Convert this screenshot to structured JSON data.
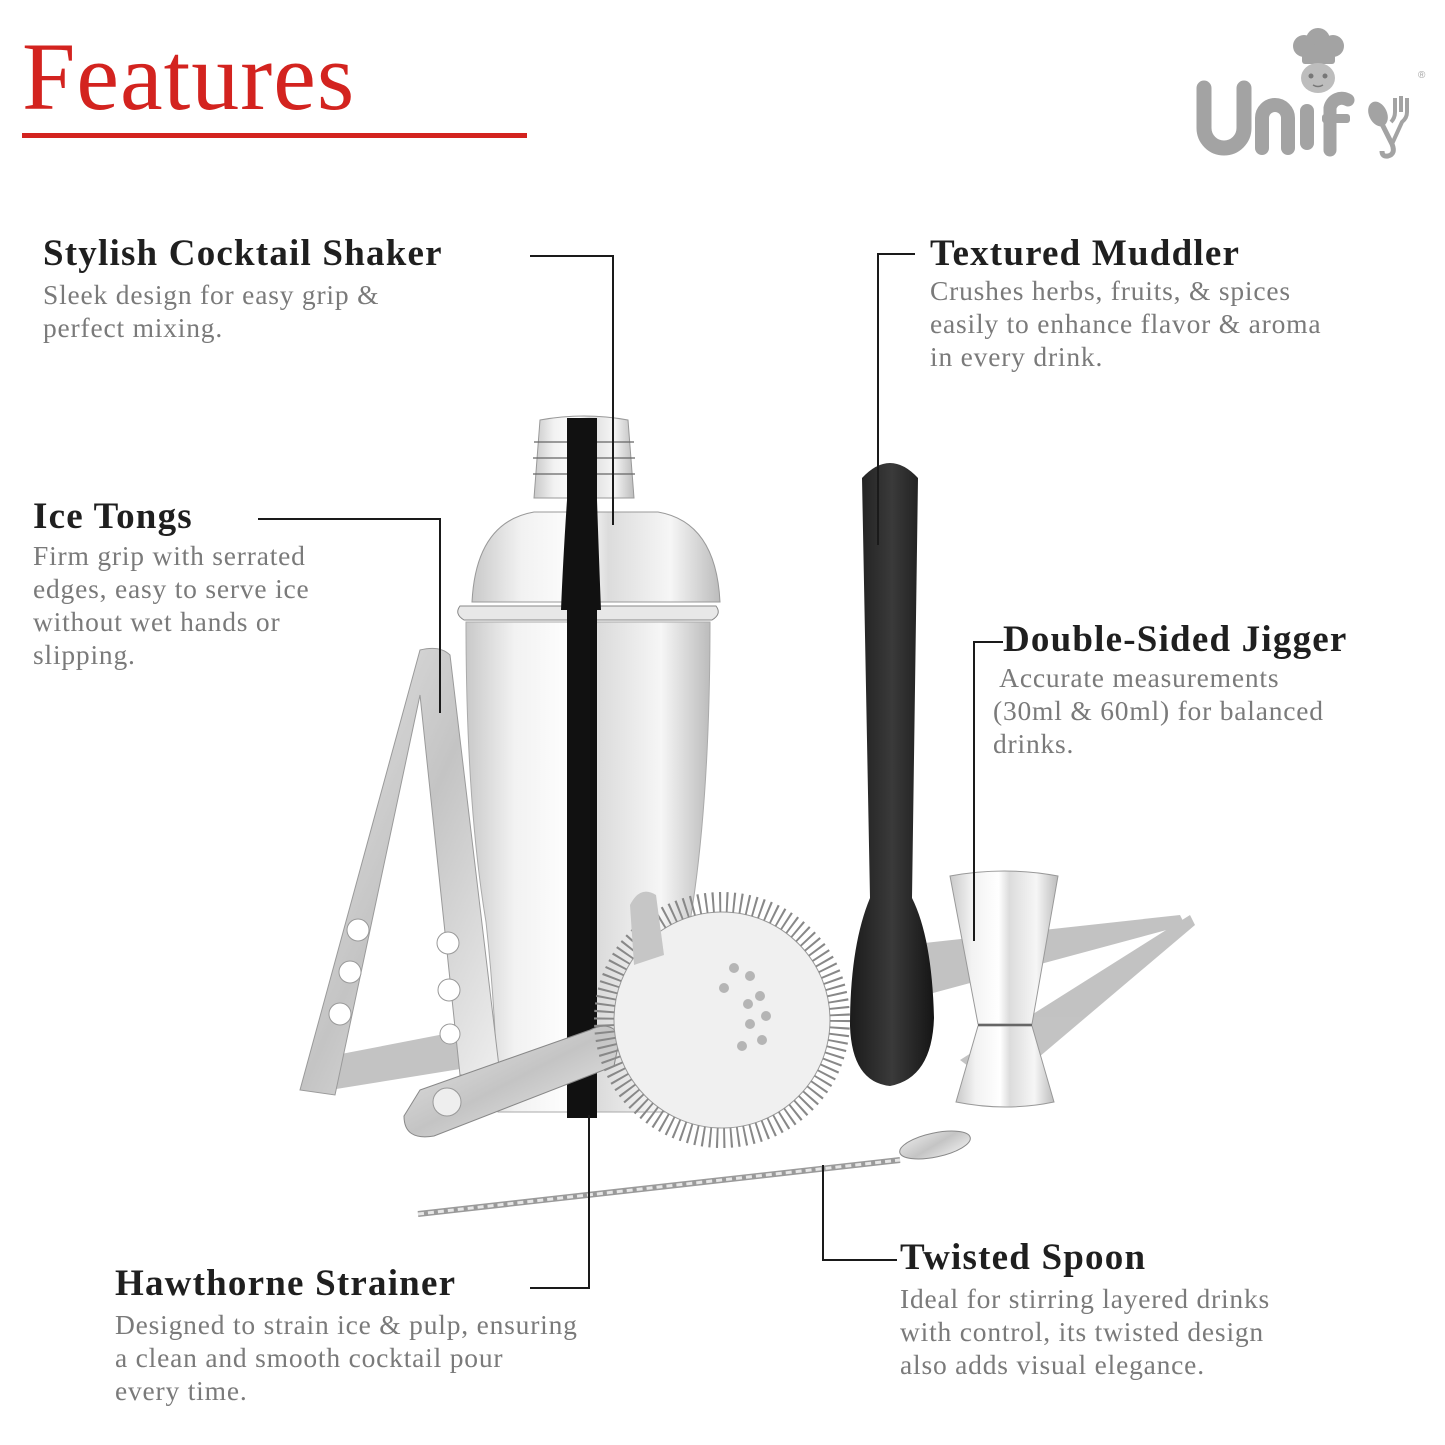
{
  "header": {
    "title": "Features",
    "title_color": "#d3231f"
  },
  "logo": {
    "brand": "Unify",
    "registered_mark": "®",
    "icon": "chef-hat-mascot-icon",
    "color": "#9e9e9e"
  },
  "features": [
    {
      "id": "shaker",
      "title": "Stylish Cocktail Shaker",
      "desc_lines": [
        "Sleek design for easy grip &",
        "perfect mixing."
      ]
    },
    {
      "id": "muddler",
      "title": "Textured Muddler",
      "desc_lines": [
        "Crushes herbs, fruits, & spices",
        "easily to enhance flavor & aroma",
        "in every drink."
      ]
    },
    {
      "id": "tongs",
      "title": "Ice Tongs",
      "desc_lines": [
        "Firm grip with serrated",
        "edges, easy to serve ice",
        "without wet hands or",
        "slipping."
      ]
    },
    {
      "id": "jigger",
      "title": "Double-Sided Jigger",
      "desc_lines": [
        " Accurate measurements",
        "(30ml & 60ml) for balanced",
        "drinks."
      ]
    },
    {
      "id": "strainer",
      "title": "Hawthorne Strainer",
      "desc_lines": [
        "Designed to strain ice & pulp, ensuring",
        "a clean and smooth cocktail pour",
        "every time."
      ]
    },
    {
      "id": "spoon",
      "title": "Twisted Spoon",
      "desc_lines": [
        "Ideal for stirring layered drinks",
        "with control, its twisted design",
        "also adds visual elegance."
      ]
    }
  ],
  "product_image": {
    "items": [
      "cocktail-shaker",
      "ice-tongs",
      "hawthorne-strainer",
      "muddler",
      "jigger",
      "twisted-bar-spoon"
    ]
  }
}
